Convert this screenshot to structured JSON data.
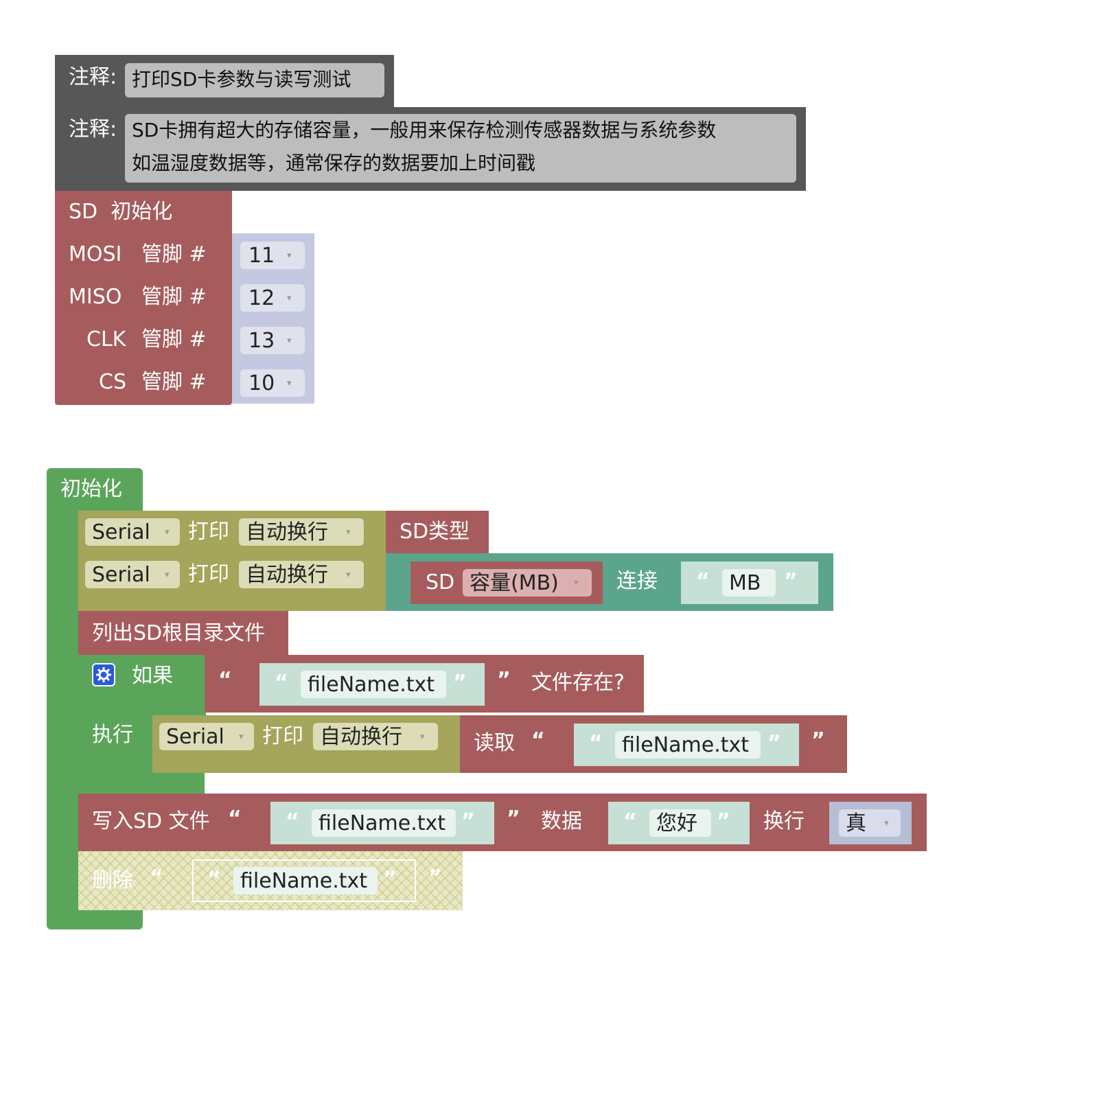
{
  "comment1": {
    "label": "注释:",
    "text": "打印SD卡参数与读写测试"
  },
  "comment2": {
    "label": "注释:",
    "line1": "SD卡拥有超大的存储容量，一般用来保存检测传感器数据与系统参数",
    "line2": "如温湿度数据等，通常保存的数据要加上时间戳"
  },
  "sd_init": {
    "title": "SD  初始化",
    "pins": [
      {
        "name": "MOSI",
        "label": "管脚 #",
        "value": "11"
      },
      {
        "name": "MISO",
        "label": "管脚 #",
        "value": "12"
      },
      {
        "name": "CLK",
        "label": "管脚 #",
        "value": "13"
      },
      {
        "name": "CS",
        "label": "管脚 #",
        "value": "10"
      }
    ]
  },
  "setup": {
    "title": "初始化",
    "print1": {
      "port": "Serial",
      "action": "打印",
      "mode": "自动换行",
      "value": "SD类型"
    },
    "print2": {
      "port": "Serial",
      "action": "打印",
      "mode": "自动换行",
      "sd": "SD",
      "capacity": "容量(MB)",
      "join": "连接",
      "unit": "MB"
    },
    "list": "列出SD根目录文件",
    "if_block": {
      "if_label": "如果",
      "filename": "fileName.txt",
      "exists": "文件存在?",
      "do_label": "执行",
      "port": "Serial",
      "action": "打印",
      "mode": "自动换行",
      "read": "读取",
      "read_filename": "fileName.txt"
    },
    "write": {
      "label": "写入SD 文件",
      "filename": "fileName.txt",
      "data_label": "数据",
      "data": "您好",
      "newline_label": "换行",
      "newline_value": "真"
    },
    "delete": {
      "label": "删除",
      "filename": "fileName.txt"
    }
  },
  "colors": {
    "comment": "#575757",
    "sd": "#a65c5c",
    "serial": "#a5a55b",
    "text_join": "#5ba58c",
    "control": "#5ba55b",
    "gear": "#2a5bd7"
  },
  "icons": {
    "quote_open": "“",
    "quote_close": "”",
    "dropdown": "▾",
    "gear": "gear-icon"
  }
}
